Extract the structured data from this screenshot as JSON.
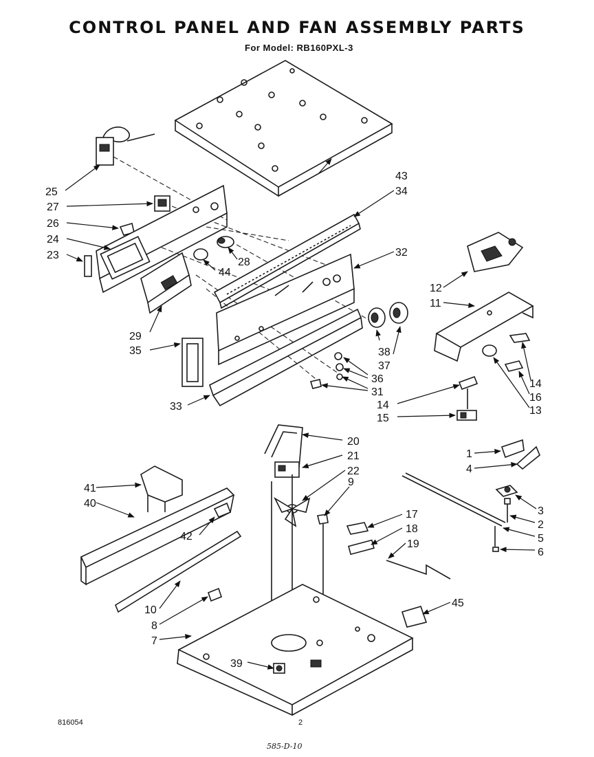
{
  "title": "CONTROL PANEL AND FAN ASSEMBLY PARTS",
  "subtitle": "For Model: RB160PXL-3",
  "footer": {
    "code": "816054",
    "page": "2",
    "handwritten": "585-D-10"
  },
  "callouts": [
    "1",
    "2",
    "3",
    "4",
    "5",
    "6",
    "7",
    "8",
    "9",
    "10",
    "11",
    "12",
    "13",
    "14",
    "14",
    "15",
    "16",
    "17",
    "18",
    "19",
    "20",
    "21",
    "22",
    "23",
    "24",
    "25",
    "26",
    "27",
    "28",
    "29",
    "31",
    "32",
    "33",
    "34",
    "35",
    "36",
    "37",
    "38",
    "39",
    "40",
    "41",
    "42",
    "43",
    "44",
    "45"
  ]
}
